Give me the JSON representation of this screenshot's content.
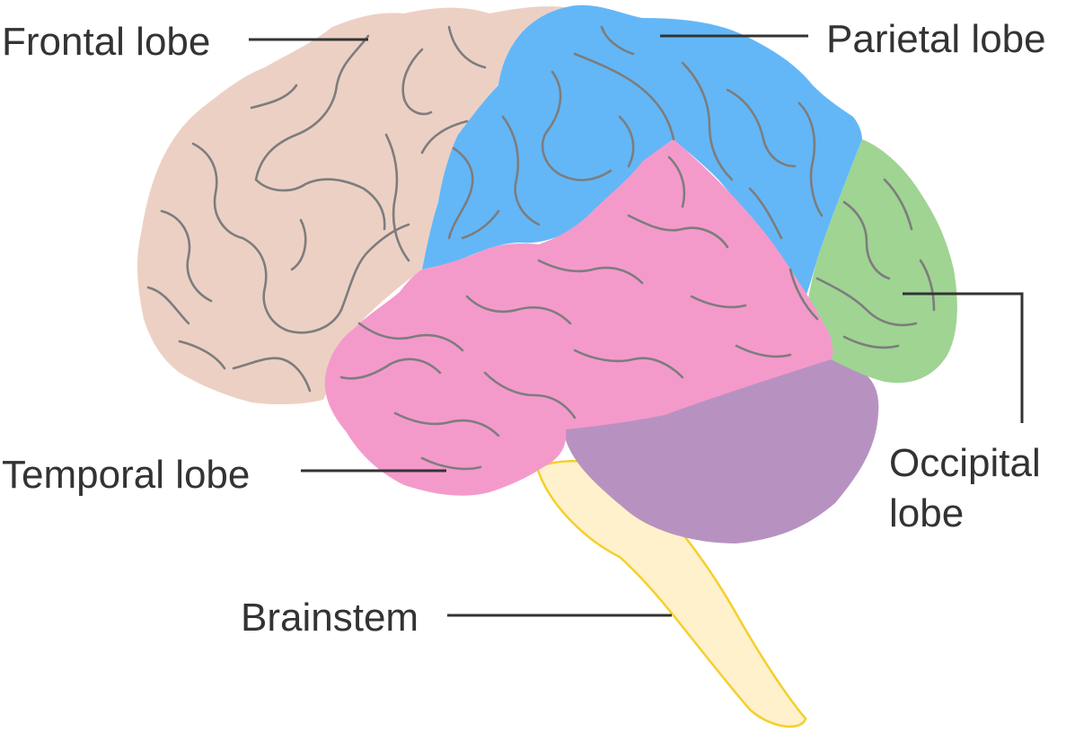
{
  "labels": {
    "frontal": "Frontal lobe",
    "parietal": "Parietal lobe",
    "temporal": "Temporal lobe",
    "occipital_line1": "Occipital",
    "occipital_line2": "lobe",
    "brainstem": "Brainstem"
  },
  "colors": {
    "frontal": "#edd0c4",
    "parietal": "#63b7f7",
    "temporal": "#f49acb",
    "occipital": "#9fd493",
    "cerebellum": "#b792c1",
    "brainstem_fill": "#fff1cb",
    "brainstem_stroke": "#f5cf2c",
    "sulci": "#7d7d7d",
    "text": "#333333"
  }
}
